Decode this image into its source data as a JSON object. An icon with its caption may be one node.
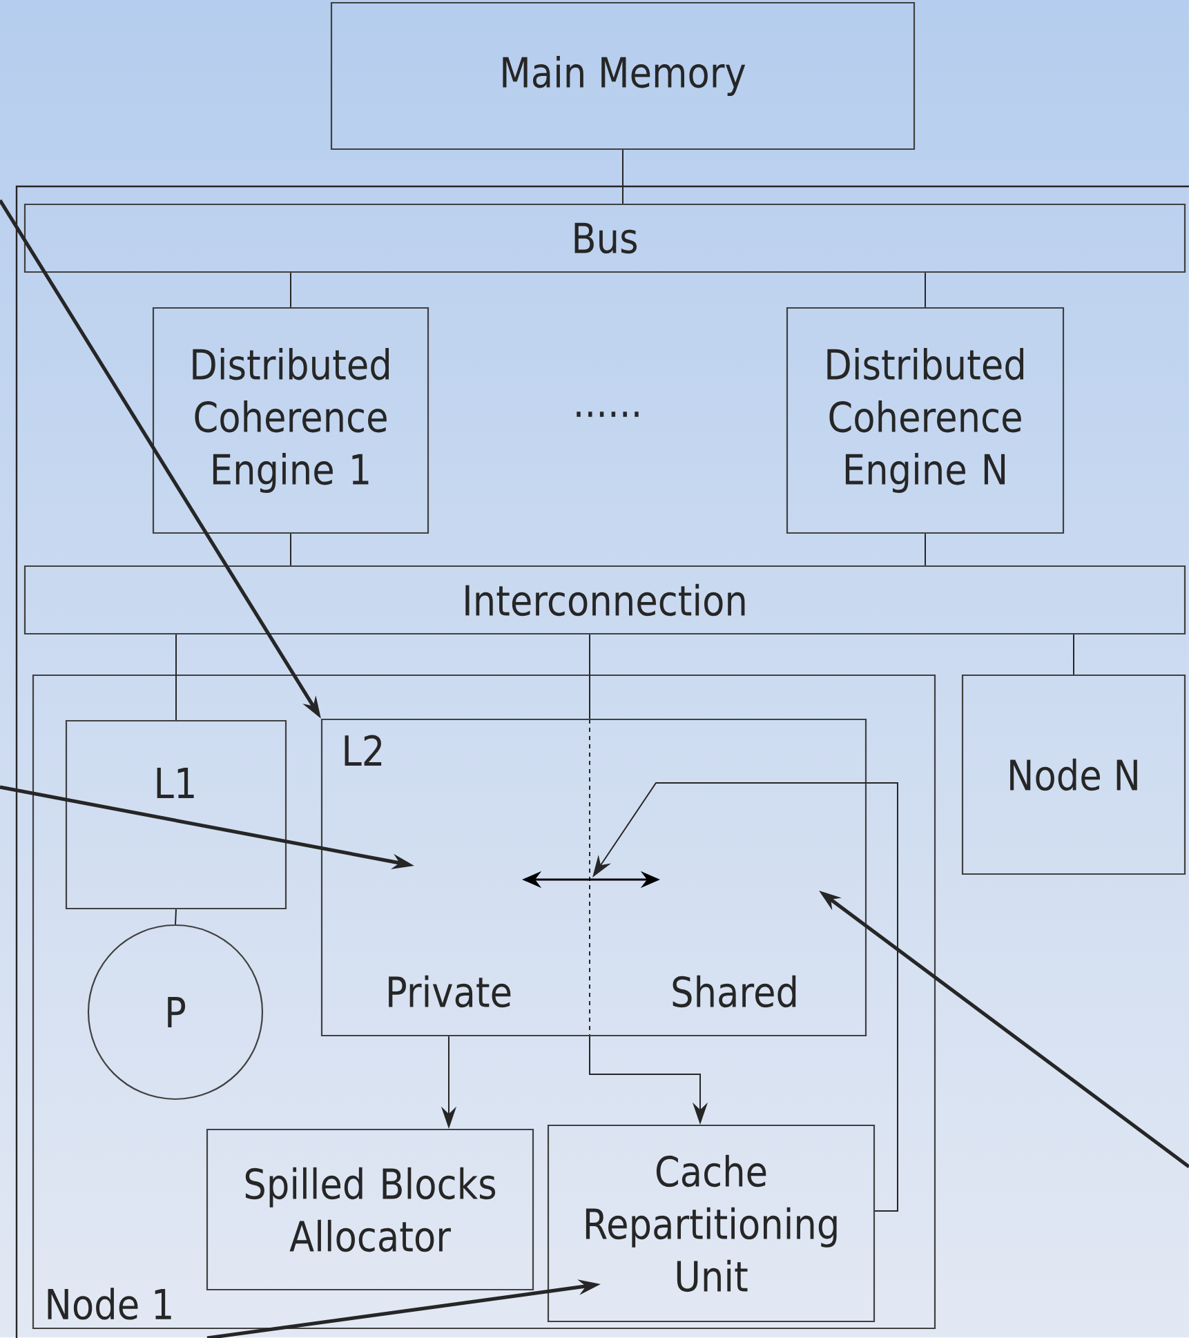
{
  "diagram": {
    "nodes": [
      {
        "text": [
          "Main Memory"
        ]
      },
      {
        "text": [
          "Bus"
        ]
      },
      {
        "text": [
          "Distributed Coherence Engine 1"
        ]
      },
      {
        "text": [
          "Distributed Coherence Engine N"
        ]
      },
      {
        "text": [
          "Interconnection"
        ]
      },
      {
        "text": [
          "Node 1"
        ]
      },
      {
        "text": [
          "L1"
        ],
        "in": 5
      },
      {
        "text": [
          "P"
        ],
        "in": 5
      },
      {
        "text": [
          "L2",
          "Private",
          "Shared"
        ],
        "in": 5
      },
      {
        "text": [
          "Spilled Blocks Allocator"
        ],
        "in": 5
      },
      {
        "text": [
          "Cache Repartitioning Unit"
        ],
        "in": 5
      },
      {
        "text": [
          "Node N"
        ]
      }
    ],
    "edges": [
      {
        "from": 0,
        "to": 1,
        "arrow": "none"
      },
      {
        "from": 1,
        "to": 2,
        "arrow": "none"
      },
      {
        "from": 1,
        "to": 3,
        "arrow": "none"
      },
      {
        "from": 2,
        "to": 4,
        "arrow": "none"
      },
      {
        "from": 3,
        "to": 4,
        "arrow": "none"
      },
      {
        "from": 4,
        "to": 6,
        "arrow": "none"
      },
      {
        "from": 4,
        "to": 8,
        "arrow": "none"
      },
      {
        "from": 4,
        "to": 11,
        "arrow": "none"
      },
      {
        "from": 6,
        "to": 7,
        "arrow": "none"
      },
      {
        "from": 8,
        "to": 9,
        "arrow": "to"
      },
      {
        "from": 8,
        "to": 10,
        "arrow": "to"
      },
      {
        "from": 10,
        "to": 8,
        "arrow": "to"
      },
      {
        "from": null,
        "to": 8,
        "arrow": "to",
        "style": "thick"
      },
      {
        "from": null,
        "to": 8,
        "arrow": "to",
        "style": "thick"
      },
      {
        "from": null,
        "to": 8,
        "arrow": "to",
        "style": "thick"
      },
      {
        "from": null,
        "to": 10,
        "arrow": "to",
        "style": "thick"
      }
    ],
    "labels": [
      "......"
    ]
  }
}
